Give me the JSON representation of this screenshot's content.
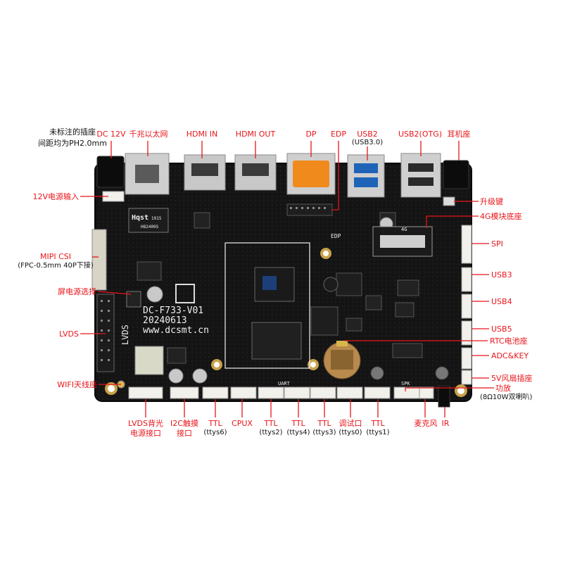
{
  "note": {
    "line1": "未标注的插座",
    "line2": "间距均为PH2.0mm"
  },
  "colors": {
    "callout_red": "#e8151b",
    "board": "#151515",
    "connector_white": "#f2f0ea",
    "dp_orange": "#f08a1c",
    "usb_blue": "#1f63b8"
  },
  "top_labels": [
    {
      "main": "DC 12V",
      "sub": ""
    },
    {
      "main": "千兆以太网",
      "sub": ""
    },
    {
      "main": "HDMI IN",
      "sub": ""
    },
    {
      "main": "HDMI OUT",
      "sub": ""
    },
    {
      "main": "DP",
      "sub": ""
    },
    {
      "main": "EDP",
      "sub": ""
    },
    {
      "main": "USB2",
      "sub": "(USB3.0)"
    },
    {
      "main": "USB2(OTG)",
      "sub": ""
    },
    {
      "main": "耳机座",
      "sub": ""
    }
  ],
  "left_labels": [
    {
      "main": "12V电源输入",
      "sub": ""
    },
    {
      "main": "MIPI CSI",
      "sub": "(FPC-0.5mm 40P下接)"
    },
    {
      "main": "屏电源选择",
      "sub": ""
    },
    {
      "main": "LVDS",
      "sub": ""
    },
    {
      "main": "WIFI天线座",
      "sub": ""
    }
  ],
  "right_labels": [
    {
      "main": "升级键",
      "sub": ""
    },
    {
      "main": "4G模块底座",
      "sub": ""
    },
    {
      "main": "SPI",
      "sub": ""
    },
    {
      "main": "USB3",
      "sub": ""
    },
    {
      "main": "USB4",
      "sub": ""
    },
    {
      "main": "USB5",
      "sub": ""
    },
    {
      "main": "RTC电池座",
      "sub": ""
    },
    {
      "main": "ADC&KEY",
      "sub": ""
    },
    {
      "main": "5V风扇插座",
      "sub": ""
    },
    {
      "main": "功放",
      "sub": "(8Ω10W双喇叭)"
    }
  ],
  "bottom_labels": [
    {
      "line1": "LVDS背光",
      "line2": "电源接口"
    },
    {
      "line1": "I2C触摸",
      "line2": "接口"
    },
    {
      "line1": "TTL",
      "line2": "(ttys6)"
    },
    {
      "line1": "CPUX",
      "line2": ""
    },
    {
      "line1": "TTL",
      "line2": "(ttys2)"
    },
    {
      "line1": "TTL",
      "line2": "(ttys4)"
    },
    {
      "line1": "TTL",
      "line2": "(ttys3)"
    },
    {
      "line1": "调试口",
      "line2": "(ttys0)"
    },
    {
      "line1": "TTL",
      "line2": "(ttys1)"
    },
    {
      "line1": "麦克风",
      "line2": ""
    },
    {
      "line1": "IR",
      "line2": ""
    }
  ],
  "board_silk": {
    "model": "DC-F733-V01",
    "date": "20240613",
    "url": "www.dcsmt.cn",
    "lvds": "LVDS",
    "hqst": "Hqst",
    "hqst_part": "H82409S",
    "hqst_num": "1915",
    "uart": "UART",
    "mark_4g": "4G",
    "edp_mark": "EDP",
    "spk_mark": "SPK"
  }
}
